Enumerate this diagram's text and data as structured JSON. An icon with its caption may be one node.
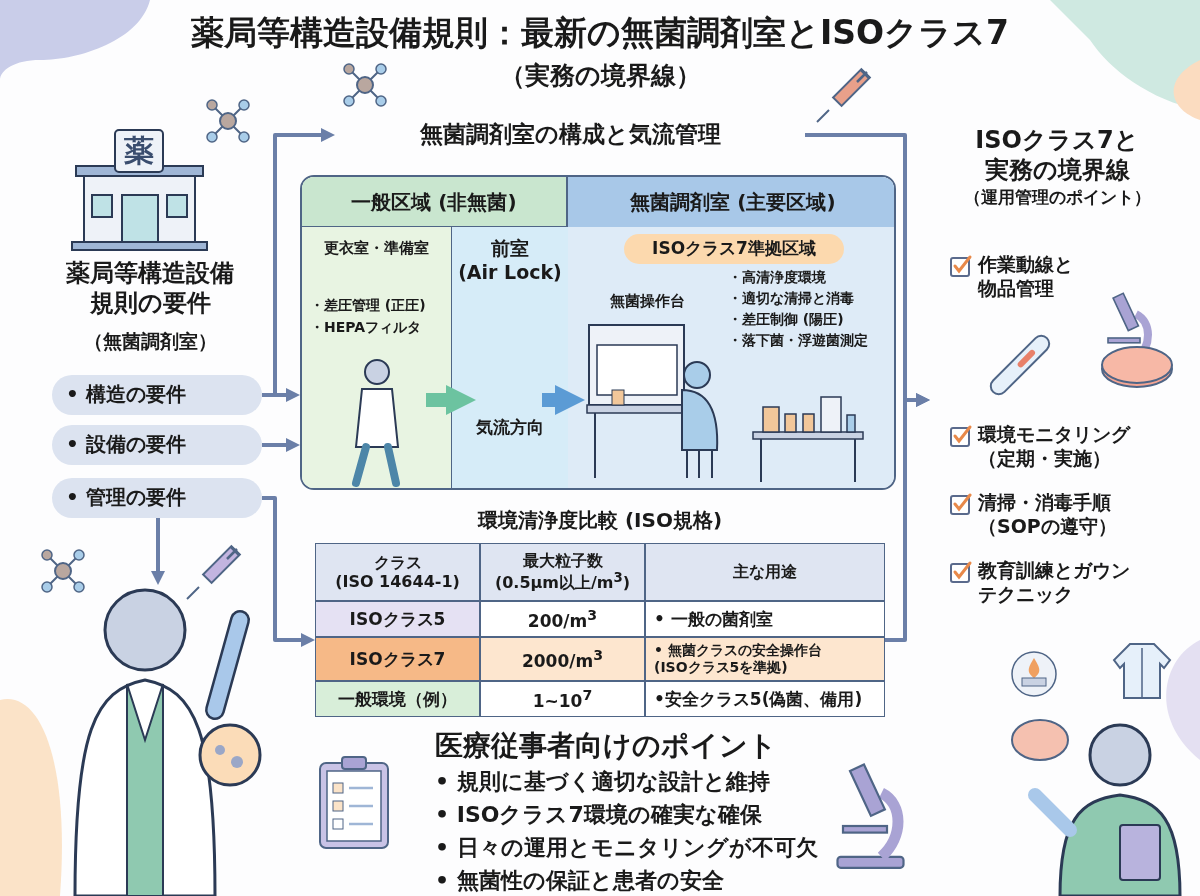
{
  "diagram": {
    "title": "薬局等構造設備規則：最新の無菌調剤室とISOクラス7",
    "nodes": [
      {
        "text": [
          "• 構造の要件"
        ]
      },
      {
        "text": [
          "• 設備の要件"
        ]
      },
      {
        "text": [
          "• 管理の要件"
        ]
      },
      {
        "text": [
          "無菌調剤室の構成と気流管理"
        ]
      },
      {
        "text": [],
        "shape": "box"
      },
      {
        "text": [
          "一般区域 (非無菌)"
        ],
        "in": 4
      },
      {
        "text": [
          "更衣室・準備室",
          "・差圧管理 (正圧)",
          "・HEPAフィルタ"
        ],
        "in": 5
      },
      {
        "text": [
          "前室 (Air Lock)",
          "気流方向"
        ],
        "in": 5
      },
      {
        "text": [
          "無菌調剤室 (主要区域)",
          "・高清浄度環境",
          "・適切な清掃と消毒",
          "・差圧制御 (陽圧)",
          "・落下菌・浮遊菌測定"
        ],
        "in": 4
      },
      {
        "text": [
          "ISOクラス7準拠区域"
        ],
        "in": 8
      },
      {
        "text": [
          "無菌操作台"
        ],
        "in": 8
      },
      {
        "text": [
          "環境清浄度比較 (ISO規格)"
        ]
      },
      {
        "text": [
          "ISOクラス7と実務の境界線",
          "（運用管理のポイント）",
          "作業動線と物品管理",
          "環境モニタリング（定期・実施）",
          "清掃・消毒手順（SOPの遵守）",
          "教育訓練とガウンテクニック"
        ]
      },
      {
        "text": [],
        "shape": "person"
      }
    ],
    "edges": [
      {
        "from": 0,
        "to": 3,
        "arrow": "to"
      },
      {
        "from": 0,
        "to": 4,
        "arrow": "to"
      },
      {
        "from": 1,
        "to": 4,
        "arrow": "to"
      },
      {
        "from": 2,
        "to": 11,
        "arrow": "to"
      },
      {
        "from": 2,
        "to": 13,
        "arrow": "to"
      },
      {
        "from": 6,
        "to": 7,
        "arrow": "to",
        "style": "thick",
        "color": "#6cc3a0"
      },
      {
        "from": 7,
        "to": 10,
        "arrow": "to",
        "style": "thick",
        "color": "#5b9bd5"
      },
      {
        "from": 3,
        "to": 12,
        "arrow": "to"
      },
      {
        "from": 11,
        "to": 12,
        "arrow": "to"
      }
    ],
    "labels": [
      "（実務の境界線）",
      "薬",
      "薬局等構造設備規則の要件",
      "（無菌調剤室）",
      "クラス (ISO 14644-1)",
      "最大粒子数 (0.5μm以上/m$^{3}$)",
      "主な用途",
      "ISOクラス5",
      "200/m$^{3}$",
      "• 一般の菌剤室",
      "ISOクラス7",
      "2000/m$^{3}$",
      "• 無菌クラスの安全操作台 (ISOクラス5を準拠)",
      "一般環境（例）",
      "1~10$^{7}$",
      "•安全クラス5(偽菌、備用)",
      "医療従事者向けのポイント",
      "• 規則に基づく適切な設計と維持",
      "• ISOクラス7環境の確実な確保",
      "• 日々の運用とモニタリングが不可欠",
      "• 無菌性の保証と患者の安全"
    ]
  }
}
